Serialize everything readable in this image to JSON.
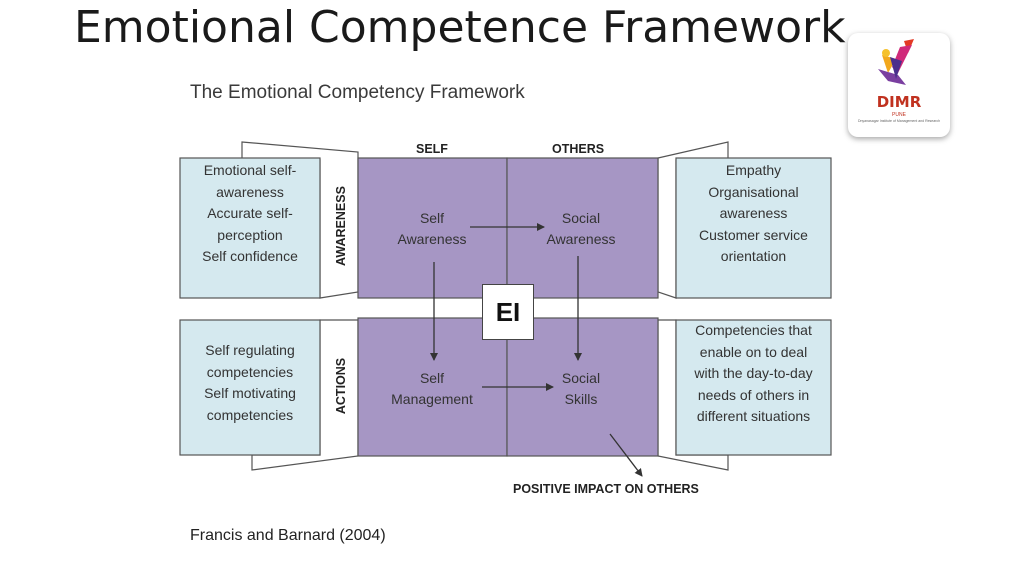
{
  "slide": {
    "title": "Emotional Competence Framework"
  },
  "logo": {
    "name": "DIMR",
    "city": "PUNE",
    "tagline": "Dnyanasagar Institute of Management and Research"
  },
  "diagram": {
    "title": "The Emotional Competency Framework",
    "columns": [
      "SELF",
      "OTHERS"
    ],
    "rows": [
      "AWARENESS",
      "ACTIONS"
    ],
    "center_label": "EI",
    "quadrants": {
      "self_awareness": [
        "Self",
        "Awareness"
      ],
      "social_awareness": [
        "Social",
        "Awareness"
      ],
      "self_management": [
        "Self",
        "Management"
      ],
      "social_skills": [
        "Social",
        "Skills"
      ]
    },
    "side_boxes": {
      "top_left": [
        "Emotional self-",
        "awareness",
        "Accurate self-",
        "perception",
        "Self confidence"
      ],
      "top_right": [
        "Empathy",
        "Organisational",
        "awareness",
        "Customer service",
        "orientation"
      ],
      "bottom_left": [
        "Self regulating",
        "competencies",
        "Self motivating",
        "competencies"
      ],
      "bottom_right": [
        "Competencies that",
        "enable on to deal",
        "with the day-to-day",
        "needs of others in",
        "different situations"
      ]
    },
    "impact_label": "POSITIVE IMPACT ON OTHERS",
    "citation": "Francis and Barnard (2004)",
    "colors": {
      "quadrant_fill": "#a696c4",
      "side_box_fill": "#d5e9ef",
      "border": "#555555"
    }
  }
}
